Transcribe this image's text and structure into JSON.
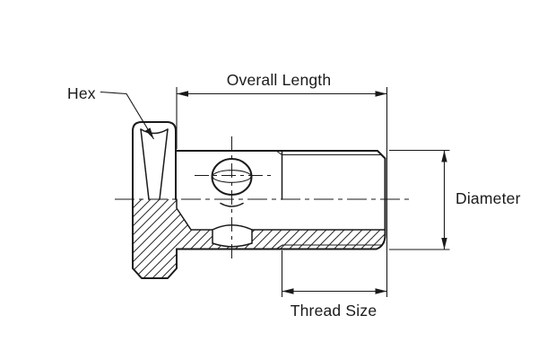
{
  "diagram": {
    "type": "technical-drawing",
    "subject": "bolt-half-section-with-dimensions",
    "colors": {
      "line": "#1a1a1a",
      "background": "#ffffff"
    },
    "labels": {
      "hex": "Hex",
      "overall_length": "Overall Length",
      "diameter": "Diameter",
      "thread_size": "Thread Size"
    }
  }
}
